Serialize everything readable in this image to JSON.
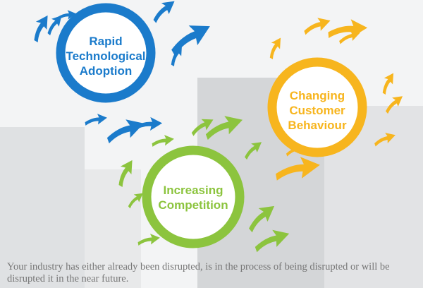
{
  "colors": {
    "blue": "#1b7bcb",
    "orange": "#f7b51e",
    "green": "#8cc43e"
  },
  "circles": [
    {
      "id": "tech",
      "label": "Rapid Technological Adoption",
      "lines": [
        "Rapid",
        "Technological",
        "Adoption"
      ]
    },
    {
      "id": "customer",
      "label": "Changing Customer Behaviour",
      "lines": [
        "Changing",
        "Customer",
        "Behaviour"
      ]
    },
    {
      "id": "competition",
      "label": "Increasing Competition",
      "lines": [
        "Increasing",
        "Competition"
      ]
    }
  ],
  "caption": "Your industry has either already been disrupted, is in the process of being disrupted or will be disrupted it in the near future."
}
